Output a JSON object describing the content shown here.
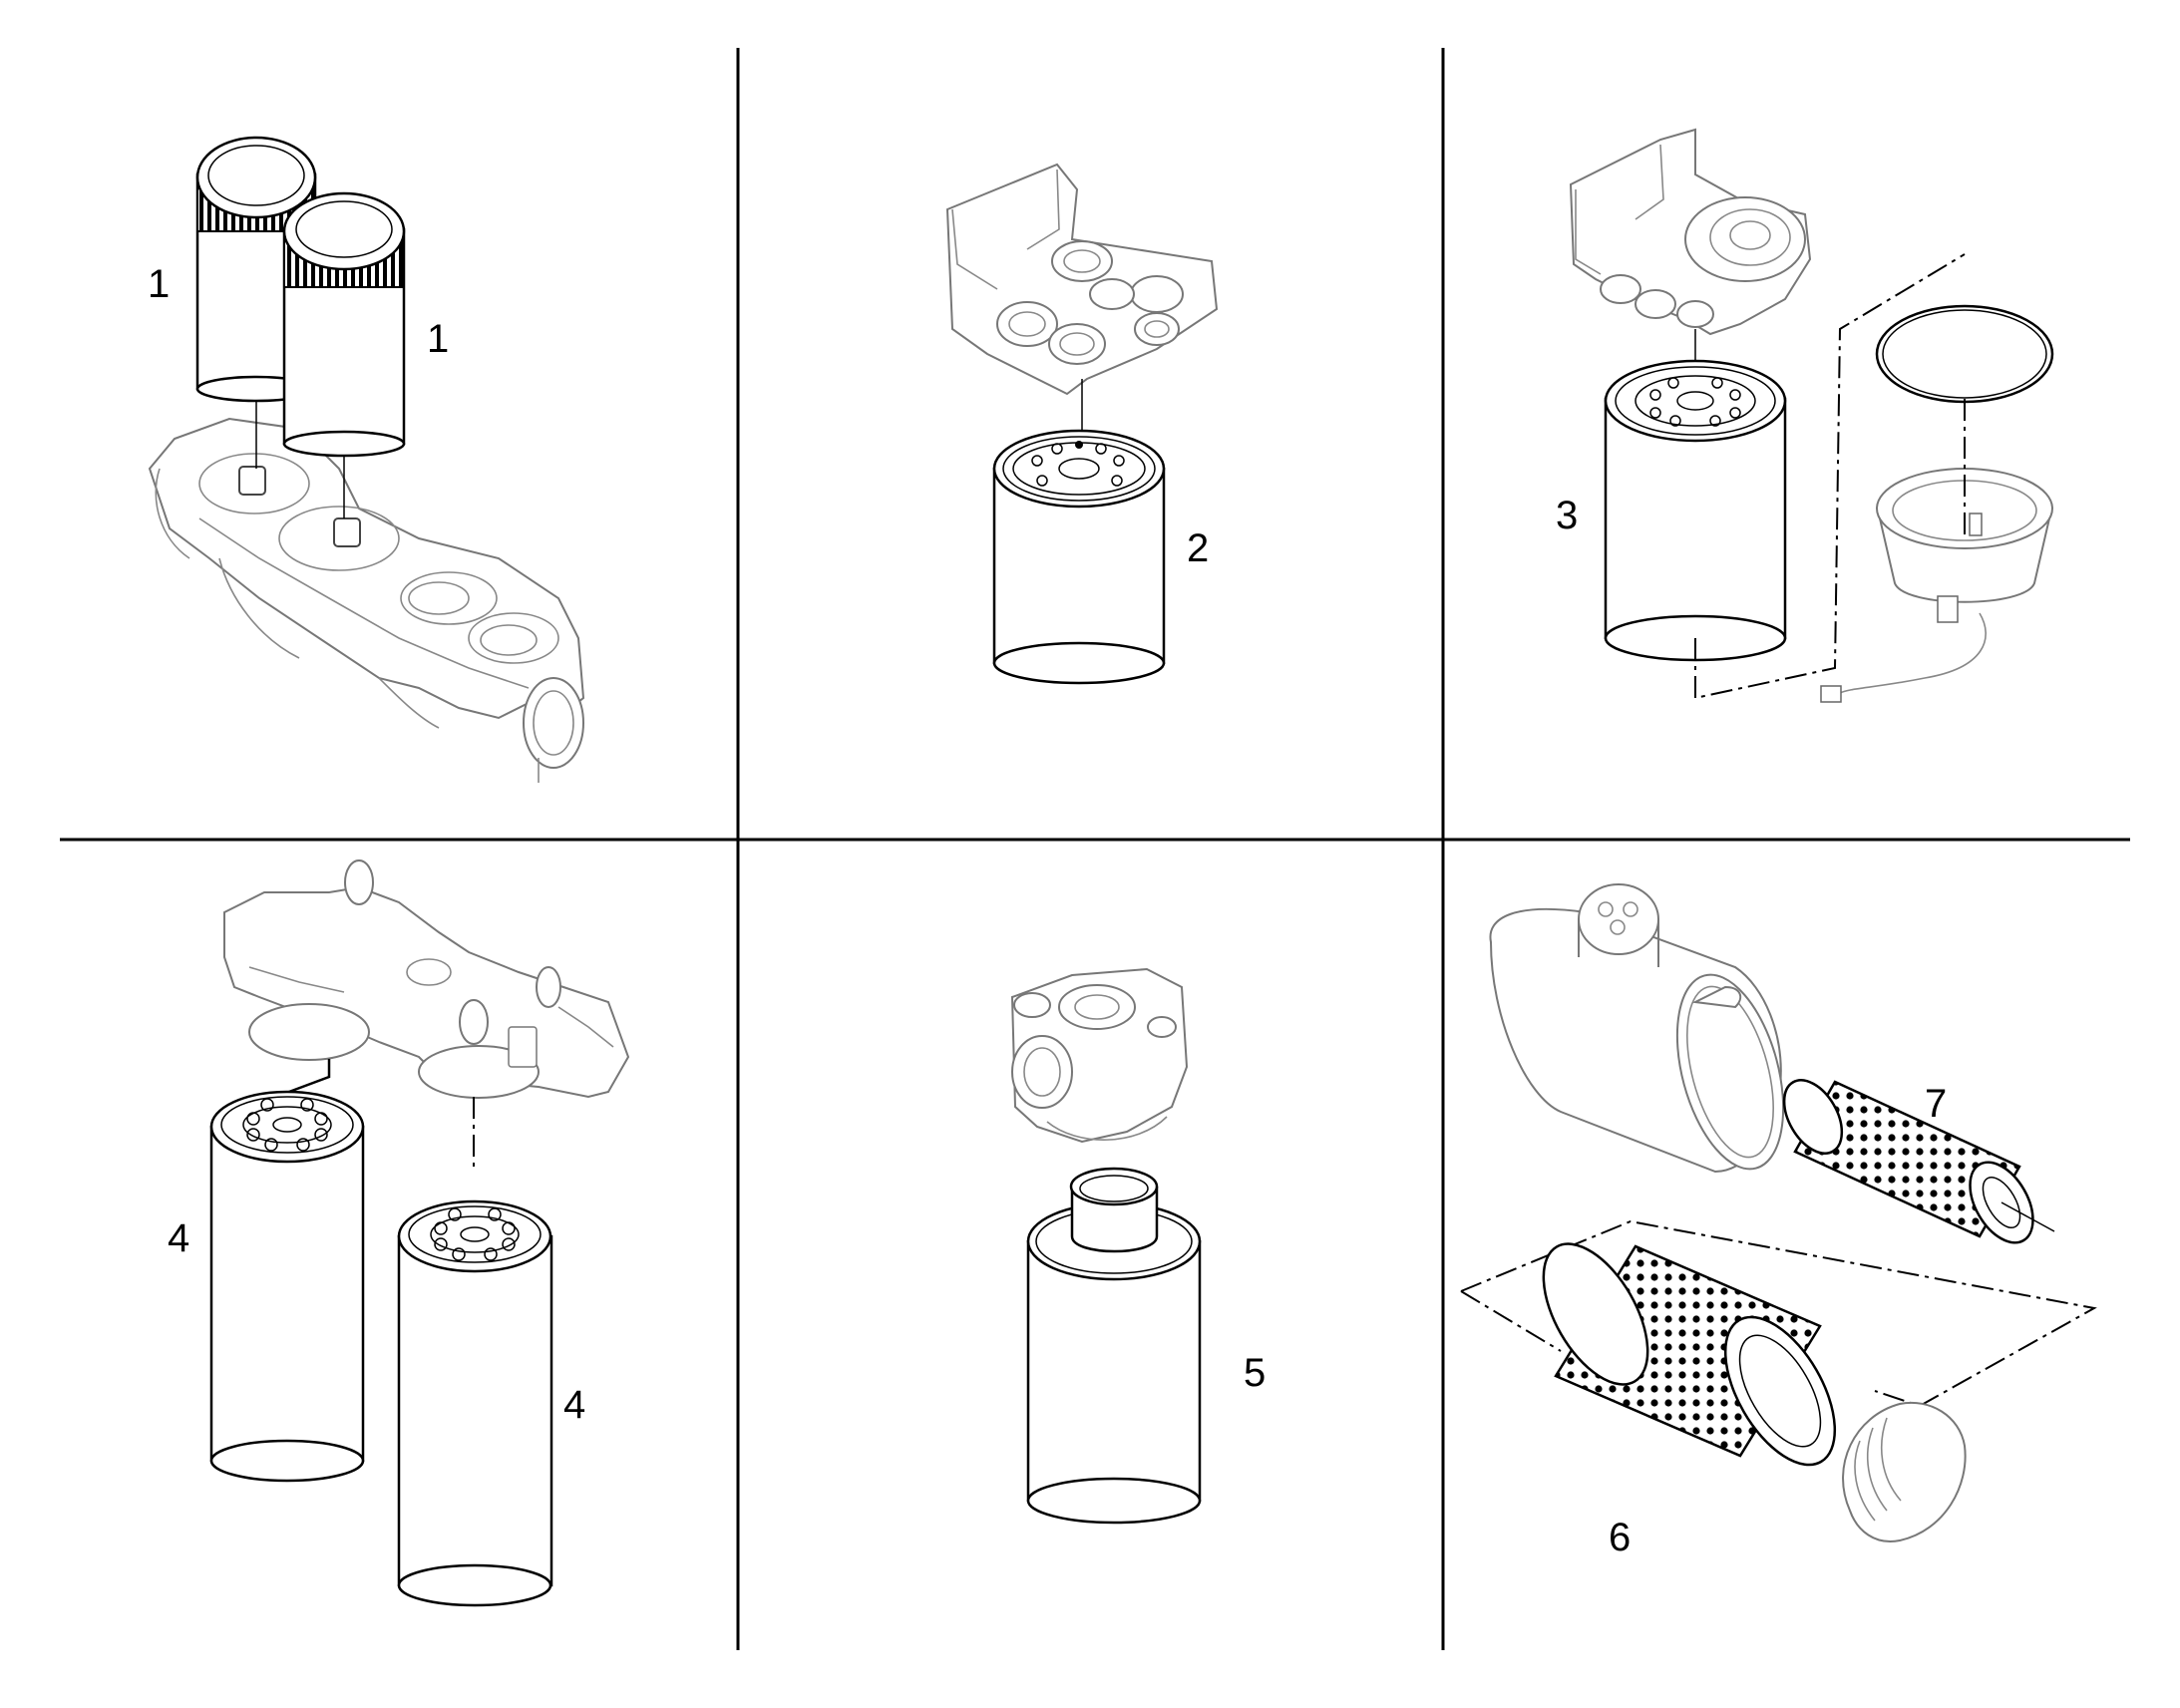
{
  "colors": {
    "background": "#ffffff",
    "line": "#000000",
    "housing": "#777777"
  },
  "callouts": {
    "p1_a": "1",
    "p1_b": "1",
    "p2": "2",
    "p3": "3",
    "p4_a": "4",
    "p4_b": "4",
    "p5": "5",
    "p6": "6",
    "p7": "7"
  }
}
